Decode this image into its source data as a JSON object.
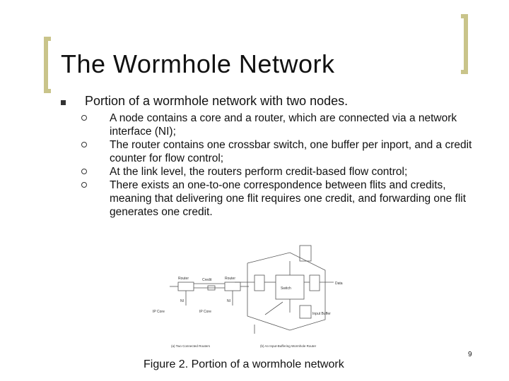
{
  "slide": {
    "title": "The Wormhole Network",
    "main_bullet": "Portion of a wormhole network with two nodes.",
    "sub_bullets": [
      "A node contains a core and a router, which are connected via a network interface (NI);",
      "The router contains one crossbar switch, one buffer per inport, and a credit counter for flow control;",
      "At the link level, the routers perform credit-based flow control;",
      "There exists an one-to-one correspondence between flits and credits, meaning that delivering one flit requires one credit, and forwarding one flit generates one credit."
    ],
    "figure_caption": "Figure 2. Portion of a wormhole network",
    "page_number": "9"
  },
  "figure": {
    "left_router": "Router",
    "right_router": "Router",
    "credit": "Credit",
    "left_ip": "IP Core",
    "right_ip": "IP Core",
    "ni": "NI",
    "switch": "Switch",
    "input_buffer": "Input Buffer",
    "data": "Data",
    "sub_a": "(a) Two Connected Routers",
    "sub_b": "(b) An Input-Buffering Wormhole Router"
  },
  "colors": {
    "accent": "#c9c48a",
    "text": "#111111"
  }
}
